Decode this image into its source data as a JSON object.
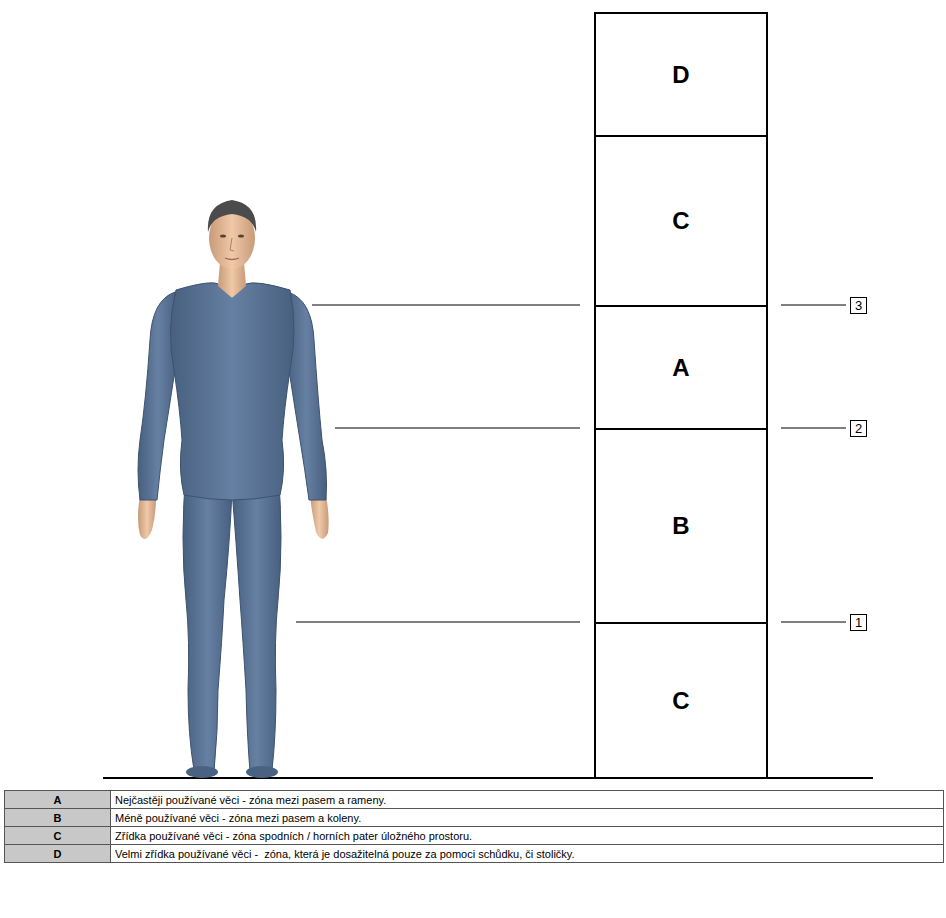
{
  "diagram": {
    "nodes": [
      {
        "text": [
          "D"
        ]
      },
      {
        "text": [
          "C"
        ]
      },
      {
        "text": [
          "3"
        ]
      },
      {
        "text": [
          "A"
        ]
      },
      {
        "text": [
          "2"
        ]
      },
      {
        "text": [
          "B"
        ]
      },
      {
        "text": [
          "1"
        ]
      },
      {
        "text": [
          "C"
        ]
      }
    ],
    "labels": [
      "A",
      "Nejčastěji používané věci - zóna mezi pasem a rameny.",
      "B",
      "Méně používané věci - zóna mezi pasem a koleny.",
      "C",
      "Zřídka používané věci - zóna spodních / horních pater úložného prostoru.",
      "D",
      "Velmi zřídka používané věci -  zóna, která je dosažitelná pouze za pomoci schůdku, či stoličky."
    ]
  }
}
